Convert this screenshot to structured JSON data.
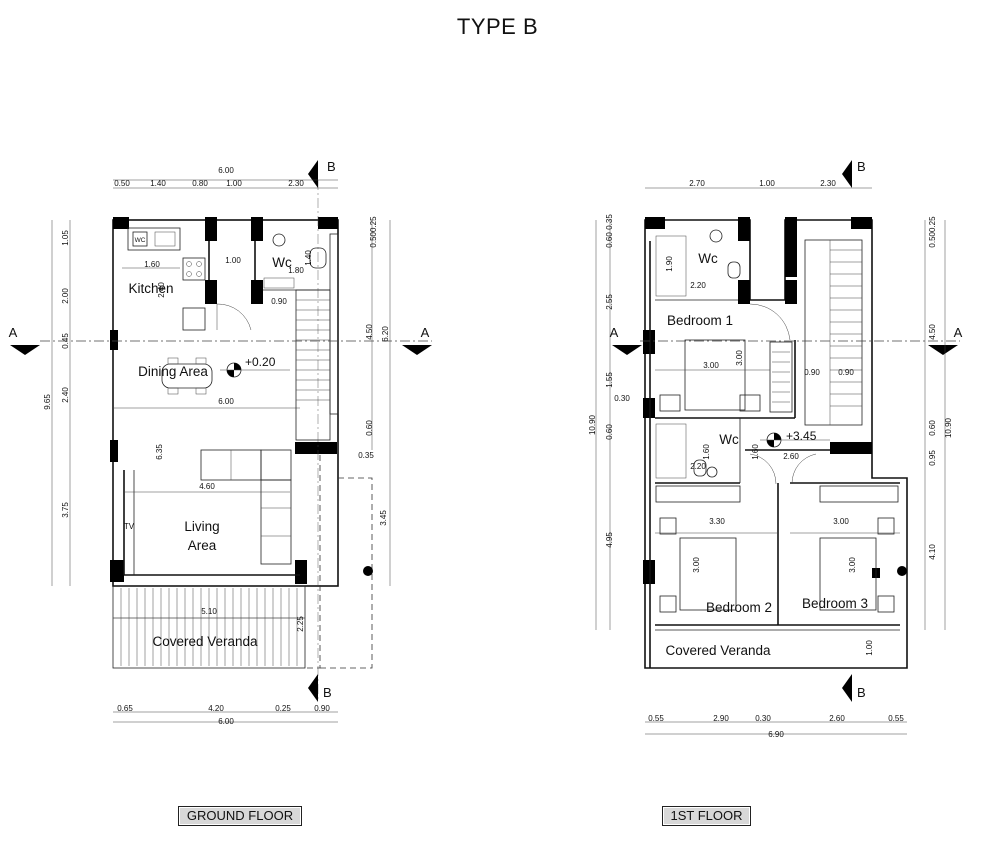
{
  "title": "TYPE B",
  "ground_floor": {
    "label": "GROUND FLOOR",
    "rooms": {
      "kitchen": "Kitchen",
      "wc": "Wc",
      "dining": "Dining Area",
      "living_1": "Living",
      "living_2": "Area",
      "veranda": "Covered Veranda",
      "tv": "TV",
      "wc_fixture": "WC"
    },
    "level": "+0.20",
    "section_a": "A",
    "section_b": "B",
    "dims_top": [
      "6.00",
      "0.50",
      "1.40",
      "0.80",
      "1.00",
      "2.30"
    ],
    "dims_bottom": [
      "0.65",
      "4.20",
      "0.25",
      "0.90",
      "6.00"
    ],
    "dims_left": [
      "1.05",
      "2.00",
      "0.45",
      "2.40",
      "3.75",
      "9.65"
    ],
    "dims_right": [
      "0.500.25",
      "4.50",
      "6.20",
      "0.60",
      "0.35",
      "3.45"
    ],
    "dims_inner": [
      "1.60",
      "1.00",
      "2.40",
      "1.40",
      "1.80",
      "0.90",
      "6.00",
      "6.35",
      "4.60",
      "5.10",
      "2.25"
    ]
  },
  "first_floor": {
    "label": "1ST FLOOR",
    "rooms": {
      "wc1": "Wc",
      "bedroom1": "Bedroom 1",
      "wc2": "Wc",
      "bedroom2": "Bedroom 2",
      "bedroom3": "Bedroom 3",
      "veranda": "Covered Veranda"
    },
    "level": "+3.45",
    "section_a": "A",
    "section_b": "B",
    "dims_top": [
      "2.70",
      "1.00",
      "2.30"
    ],
    "dims_bottom": [
      "0.55",
      "2.90",
      "0.30",
      "2.60",
      "0.55",
      "6.90"
    ],
    "dims_left": [
      "0.60",
      "0.35",
      "2.55",
      "1.55",
      "0.30",
      "0.60",
      "4.95",
      "10.90"
    ],
    "dims_right": [
      "0.500.25",
      "4.50",
      "0.60",
      "10.90",
      "0.95",
      "4.10"
    ],
    "dims_inner": [
      "1.90",
      "2.20",
      "3.00",
      "3.00",
      "0.90",
      "0.90",
      "1.60",
      "1.60",
      "2.20",
      "2.60",
      "3.30",
      "3.00",
      "3.00",
      "3.00",
      "1.00"
    ]
  }
}
